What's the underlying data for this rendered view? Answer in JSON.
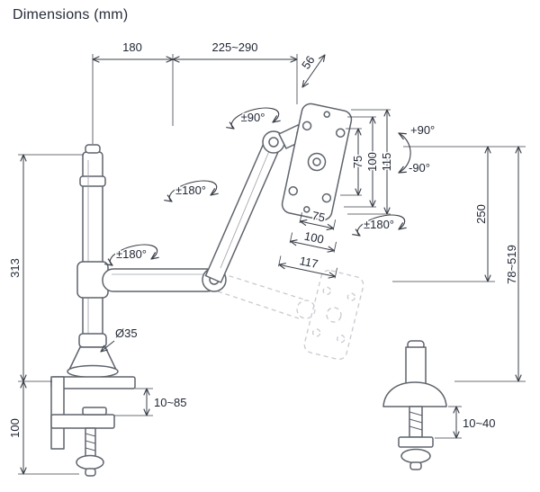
{
  "title": "Dimensions (mm)",
  "colors": {
    "ink": "#1f2533",
    "drawing_line": "#5f646c",
    "dimension_line": "#3a3f47",
    "ghost_line": "#c7cad0",
    "background": "#ffffff"
  },
  "dims": {
    "reach_fixed": "180",
    "reach_range": "225~290",
    "head_depth": "56",
    "joint_swivel": "±90°",
    "arm_swivel": "±180°",
    "base_swivel": "±180°",
    "screen_rotation": "±180°",
    "tilt_up": "+90°",
    "tilt_down": "-90°",
    "vesa_v75": "75",
    "vesa_v100": "100",
    "plate_h115": "115",
    "vesa_w75": "75",
    "vesa_w100": "100",
    "plate_w117": "117",
    "lift_250": "250",
    "height_range": "78~519",
    "pole_height": "313",
    "clamp_height": "100",
    "pole_diameter": "Ø35",
    "clamp_range": "10~85",
    "grommet_range": "10~40"
  }
}
